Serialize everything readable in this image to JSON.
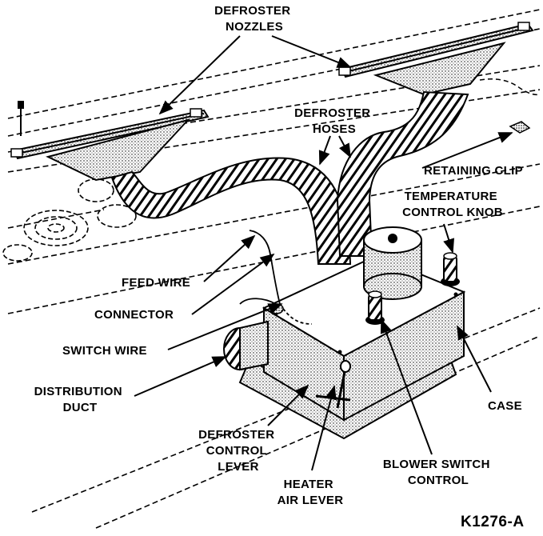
{
  "labels": {
    "defroster_nozzles": [
      "DEFROSTER",
      "NOZZLES"
    ],
    "defroster_hoses": [
      "DEFROSTER",
      "HOSES"
    ],
    "retaining_clip": "RETAINING CLIP",
    "temperature_control_knob": [
      "TEMPERATURE",
      "CONTROL KNOB"
    ],
    "feed_wire": "FEED WIRE",
    "connector": "CONNECTOR",
    "switch_wire": "SWITCH WIRE",
    "distribution_duct": [
      "DISTRIBUTION",
      "DUCT"
    ],
    "case": "CASE",
    "defroster_control_lever": [
      "DEFROSTER",
      "CONTROL",
      "LEVER"
    ],
    "blower_switch_control": [
      "BLOWER SWITCH",
      "CONTROL"
    ],
    "heater_air_lever": [
      "HEATER",
      "AIR LEVER"
    ]
  },
  "figure_code": "K1276-A"
}
